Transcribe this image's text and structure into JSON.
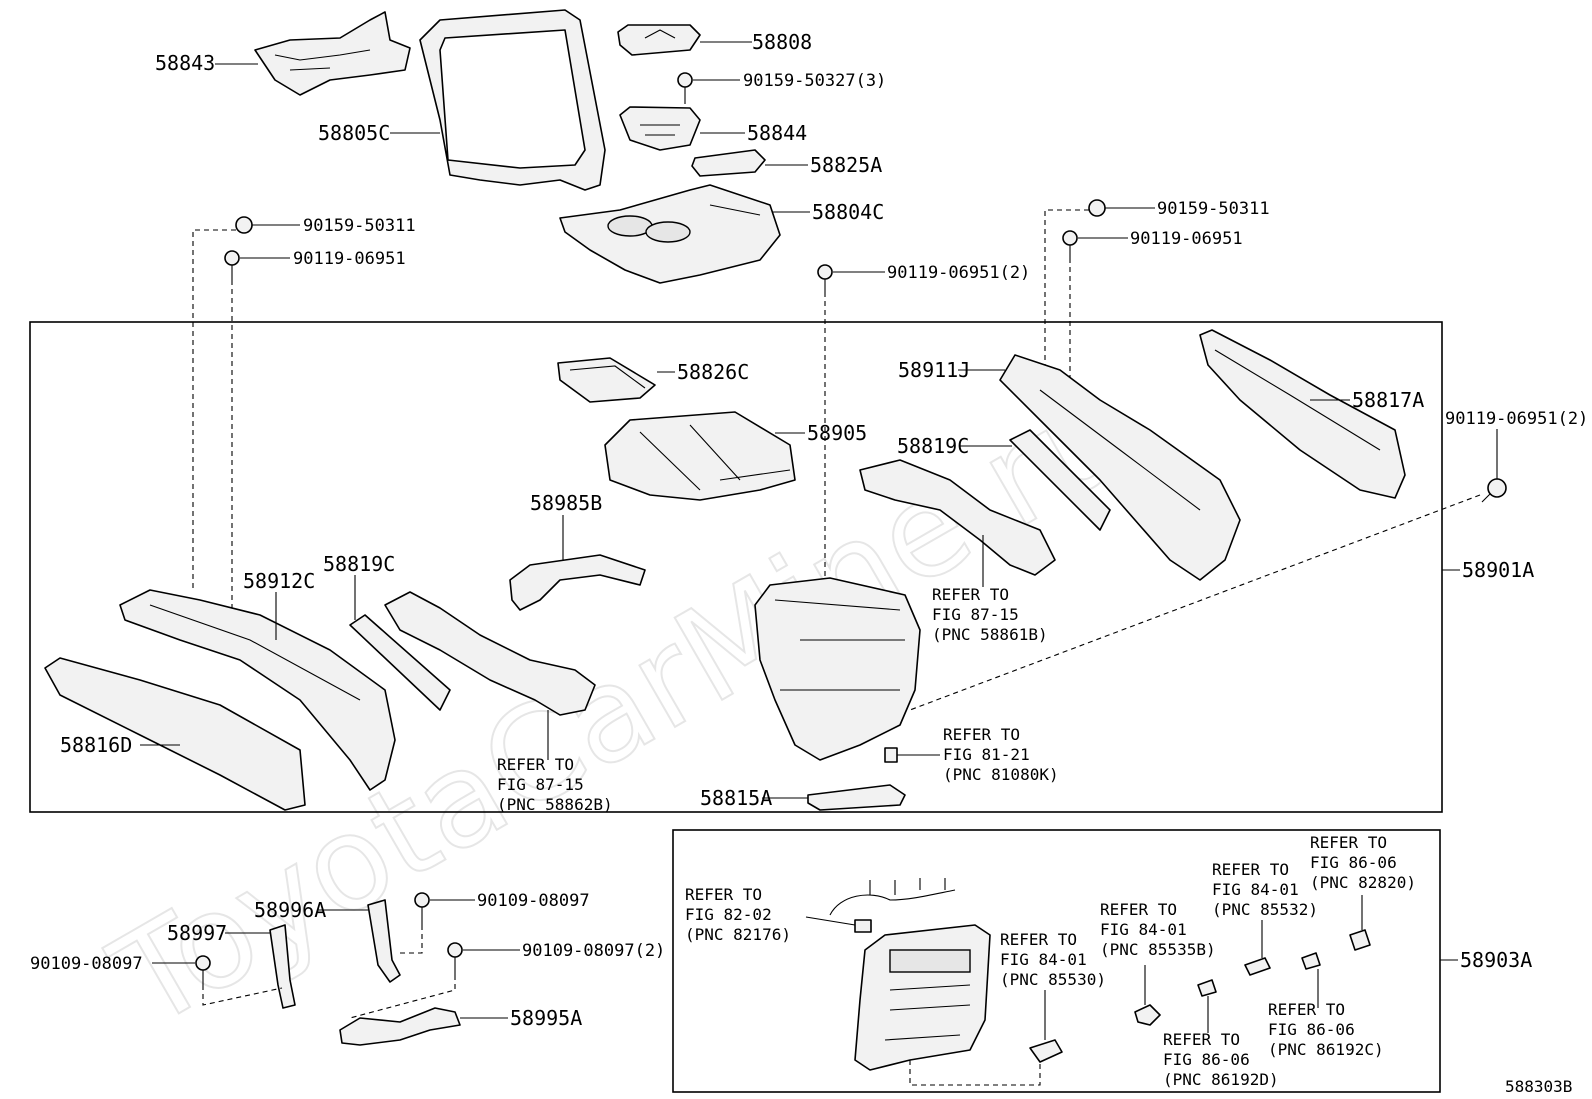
{
  "watermark": "ToyotaCarMine.ru",
  "figure_code": "588303B",
  "labels": {
    "p58843": "58843",
    "p58805C": "58805C",
    "p58808": "58808",
    "p90159_50327": "90159-50327(3)",
    "p58844": "58844",
    "p58825A": "58825A",
    "p58804C": "58804C",
    "p90159_50311_a": "90159-50311",
    "p90119_06951_a": "90119-06951",
    "p90119_06951_2_top": "90119-06951(2)",
    "p90159_50311_b": "90159-50311",
    "p90119_06951_b": "90119-06951",
    "p58826C": "58826C",
    "p58905": "58905",
    "p58911J": "58911J",
    "p58817A": "58817A",
    "p90119_06951_2_right": "90119-06951(2)",
    "p58819C_right": "58819C",
    "p58985B": "58985B",
    "p58912C": "58912C",
    "p58819C_left": "58819C",
    "p58901A": "58901A",
    "p58816D": "58816D",
    "p58815A": "58815A",
    "p58996A": "58996A",
    "p58997": "58997",
    "p90109_08097_a": "90109-08097",
    "p90109_08097_b": "90109-08097",
    "p90109_08097_2": "90109-08097(2)",
    "p58995A": "58995A",
    "p58903A": "58903A"
  },
  "references": {
    "ref_87_15_b": [
      "REFER TO",
      "FIG 87-15",
      "(PNC 58861B)"
    ],
    "ref_87_15_a": [
      "REFER TO",
      "FIG 87-15",
      "(PNC 58862B)"
    ],
    "ref_81_21": [
      "REFER TO",
      "FIG 81-21",
      "(PNC 81080K)"
    ],
    "ref_82_02": [
      "REFER TO",
      "FIG 82-02",
      "(PNC 82176)"
    ],
    "ref_84_01_a": [
      "REFER TO",
      "FIG 84-01",
      "(PNC 85530)"
    ],
    "ref_84_01_b": [
      "REFER TO",
      "FIG 84-01",
      "(PNC 85535B)"
    ],
    "ref_84_01_c": [
      "REFER TO",
      "FIG 84-01",
      "(PNC 85532)"
    ],
    "ref_86_06_a": [
      "REFER TO",
      "FIG 86-06",
      "(PNC 82820)"
    ],
    "ref_86_06_b": [
      "REFER TO",
      "FIG 86-06",
      "(PNC 86192D)"
    ],
    "ref_86_06_c": [
      "REFER TO",
      "FIG 86-06",
      "(PNC 86192C)"
    ]
  }
}
